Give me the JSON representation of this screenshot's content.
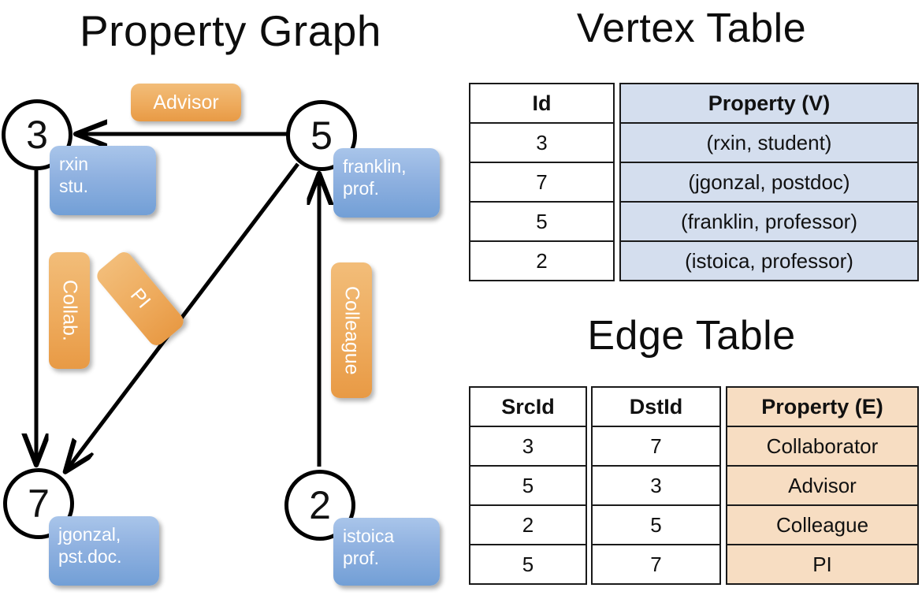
{
  "titles": {
    "graph": "Property Graph",
    "vertex_table": "Vertex Table",
    "edge_table": "Edge Table"
  },
  "graph": {
    "nodes": [
      {
        "id": "3",
        "property": "rxin\nstu.",
        "property_line1": "rxin",
        "property_line2": "stu."
      },
      {
        "id": "5",
        "property": "franklin,\nprof.",
        "property_line1": "franklin,",
        "property_line2": "prof."
      },
      {
        "id": "7",
        "property": "jgonzal,\npst.doc.",
        "property_line1": "jgonzal,",
        "property_line2": "pst.doc."
      },
      {
        "id": "2",
        "property": "istoica\nprof.",
        "property_line1": "istoica",
        "property_line2": "prof."
      }
    ],
    "edge_labels": [
      {
        "name": "advisor",
        "text": "Advisor"
      },
      {
        "name": "collab",
        "text": "Collab."
      },
      {
        "name": "pi",
        "text": "PI"
      },
      {
        "name": "colleague",
        "text": "Colleague"
      }
    ]
  },
  "vertex_table": {
    "columns": [
      "Id",
      "Property (V)"
    ],
    "rows": [
      {
        "id": "3",
        "property": "(rxin, student)"
      },
      {
        "id": "7",
        "property": "(jgonzal, postdoc)"
      },
      {
        "id": "5",
        "property": "(franklin, professor)"
      },
      {
        "id": "2",
        "property": "(istoica, professor)"
      }
    ]
  },
  "edge_table": {
    "columns": [
      "SrcId",
      "DstId",
      "Property (E)"
    ],
    "rows": [
      {
        "src": "3",
        "dst": "7",
        "property": "Collaborator"
      },
      {
        "src": "5",
        "dst": "3",
        "property": "Advisor"
      },
      {
        "src": "2",
        "dst": "5",
        "property": "Colleague"
      },
      {
        "src": "5",
        "dst": "7",
        "property": "PI"
      }
    ]
  },
  "colors": {
    "vertex_property_fill": "#d4deee",
    "edge_property_fill": "#f7ddc2",
    "node_box_blue": "#8fb1e0",
    "edge_label_orange": "#eeab5d",
    "stroke": "#000000"
  }
}
